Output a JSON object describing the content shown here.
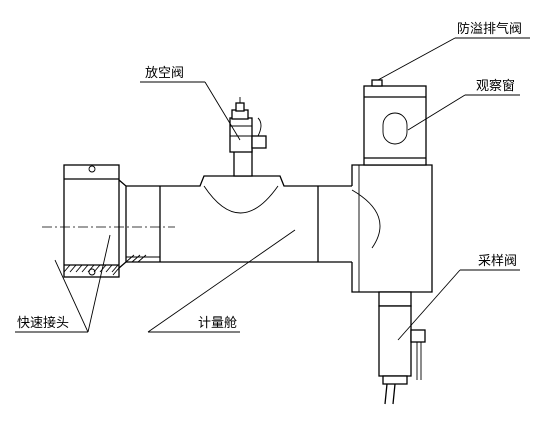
{
  "labels": {
    "overflow_exhaust_valve": "防溢排气阀",
    "observation_window": "观察窗",
    "vent_valve": "放空阀",
    "sampling_valve": "采样阀",
    "quick_connector": "快速接头",
    "metering_chamber": "计量舱"
  }
}
